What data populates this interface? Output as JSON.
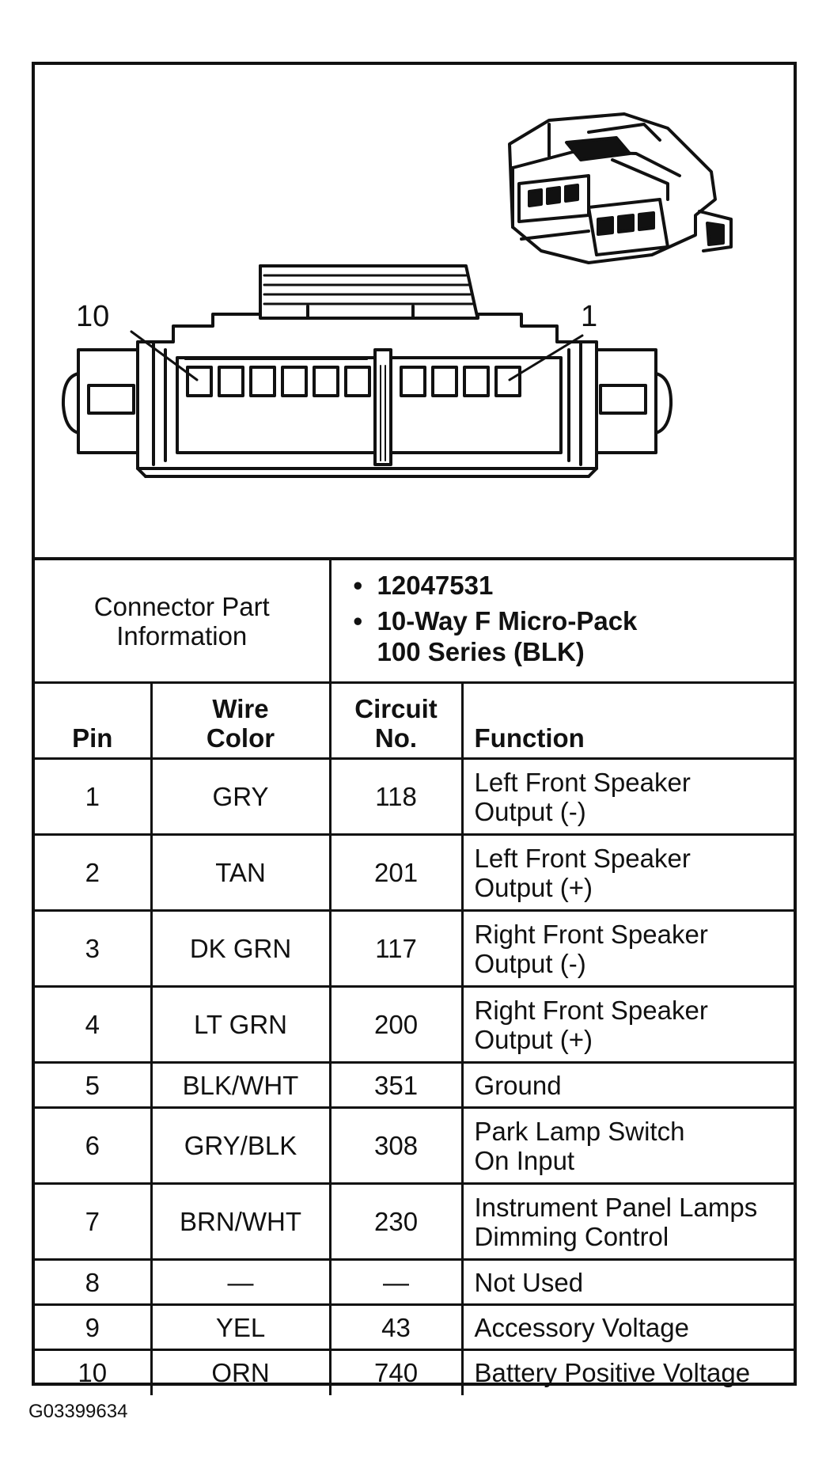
{
  "diagram": {
    "pin_label_left": "10",
    "pin_label_right": "1"
  },
  "connector_info": {
    "label_line1": "Connector Part",
    "label_line2": "Information",
    "part_number": "12047531",
    "description_line1": "10-Way F Micro-Pack",
    "description_line2": "100 Series (BLK)"
  },
  "table": {
    "headers": {
      "pin": "Pin",
      "wire_color_line1": "Wire",
      "wire_color_line2": "Color",
      "circuit_line1": "Circuit",
      "circuit_line2": "No.",
      "function": "Function"
    },
    "rows": [
      {
        "pin": "1",
        "wire": "GRY",
        "circuit": "118",
        "function_line1": "Left Front Speaker",
        "function_line2": "Output (-)"
      },
      {
        "pin": "2",
        "wire": "TAN",
        "circuit": "201",
        "function_line1": "Left Front Speaker",
        "function_line2": "Output (+)"
      },
      {
        "pin": "3",
        "wire": "DK GRN",
        "circuit": "117",
        "function_line1": "Right Front Speaker",
        "function_line2": "Output (-)"
      },
      {
        "pin": "4",
        "wire": "LT GRN",
        "circuit": "200",
        "function_line1": "Right Front Speaker",
        "function_line2": "Output (+)"
      },
      {
        "pin": "5",
        "wire": "BLK/WHT",
        "circuit": "351",
        "function_line1": "Ground",
        "function_line2": ""
      },
      {
        "pin": "6",
        "wire": "GRY/BLK",
        "circuit": "308",
        "function_line1": "Park Lamp Switch",
        "function_line2": "On Input"
      },
      {
        "pin": "7",
        "wire": "BRN/WHT",
        "circuit": "230",
        "function_line1": "Instrument Panel Lamps",
        "function_line2": "Dimming Control"
      },
      {
        "pin": "8",
        "wire": "—",
        "circuit": "—",
        "function_line1": "Not Used",
        "function_line2": ""
      },
      {
        "pin": "9",
        "wire": "YEL",
        "circuit": "43",
        "function_line1": "Accessory Voltage",
        "function_line2": ""
      },
      {
        "pin": "10",
        "wire": "ORN",
        "circuit": "740",
        "function_line1": "Battery Positive Voltage",
        "function_line2": ""
      }
    ]
  },
  "figure_code": "G03399634"
}
